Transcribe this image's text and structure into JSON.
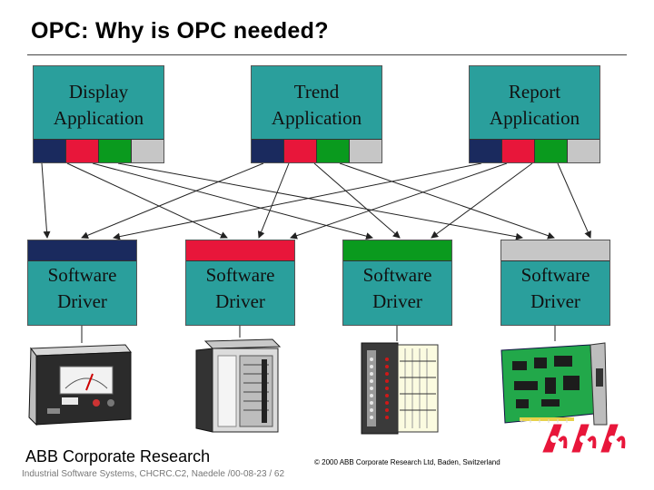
{
  "title": "OPC: Why is OPC needed?",
  "applications": [
    {
      "label": "Display\nApplication"
    },
    {
      "label": "Trend\nApplication"
    },
    {
      "label": "Report\nApplication"
    }
  ],
  "drivers": [
    {
      "label": "Software\nDriver",
      "color": "#1a2a5e"
    },
    {
      "label": "Software\nDriver",
      "color": "#e8163a"
    },
    {
      "label": "Software\nDriver",
      "color": "#0a9a1e"
    },
    {
      "label": "Software\nDriver",
      "color": "#c6c6c6"
    }
  ],
  "strip_colors": [
    "#1a2a5e",
    "#e8163a",
    "#0a9a1e",
    "#c6c6c6"
  ],
  "devices": [
    "panel-meter-icon",
    "controller-rack-icon",
    "io-module-icon",
    "interface-card-icon"
  ],
  "footer": {
    "organization": "ABB Corporate Research",
    "subline": "Industrial Software Systems, CHCRC.C2, Naedele /00-08-23 / 62",
    "copyright": "© 2000 ABB Corporate Research Ltd, Baden, Switzerland",
    "logo": "abb-logo-icon"
  }
}
